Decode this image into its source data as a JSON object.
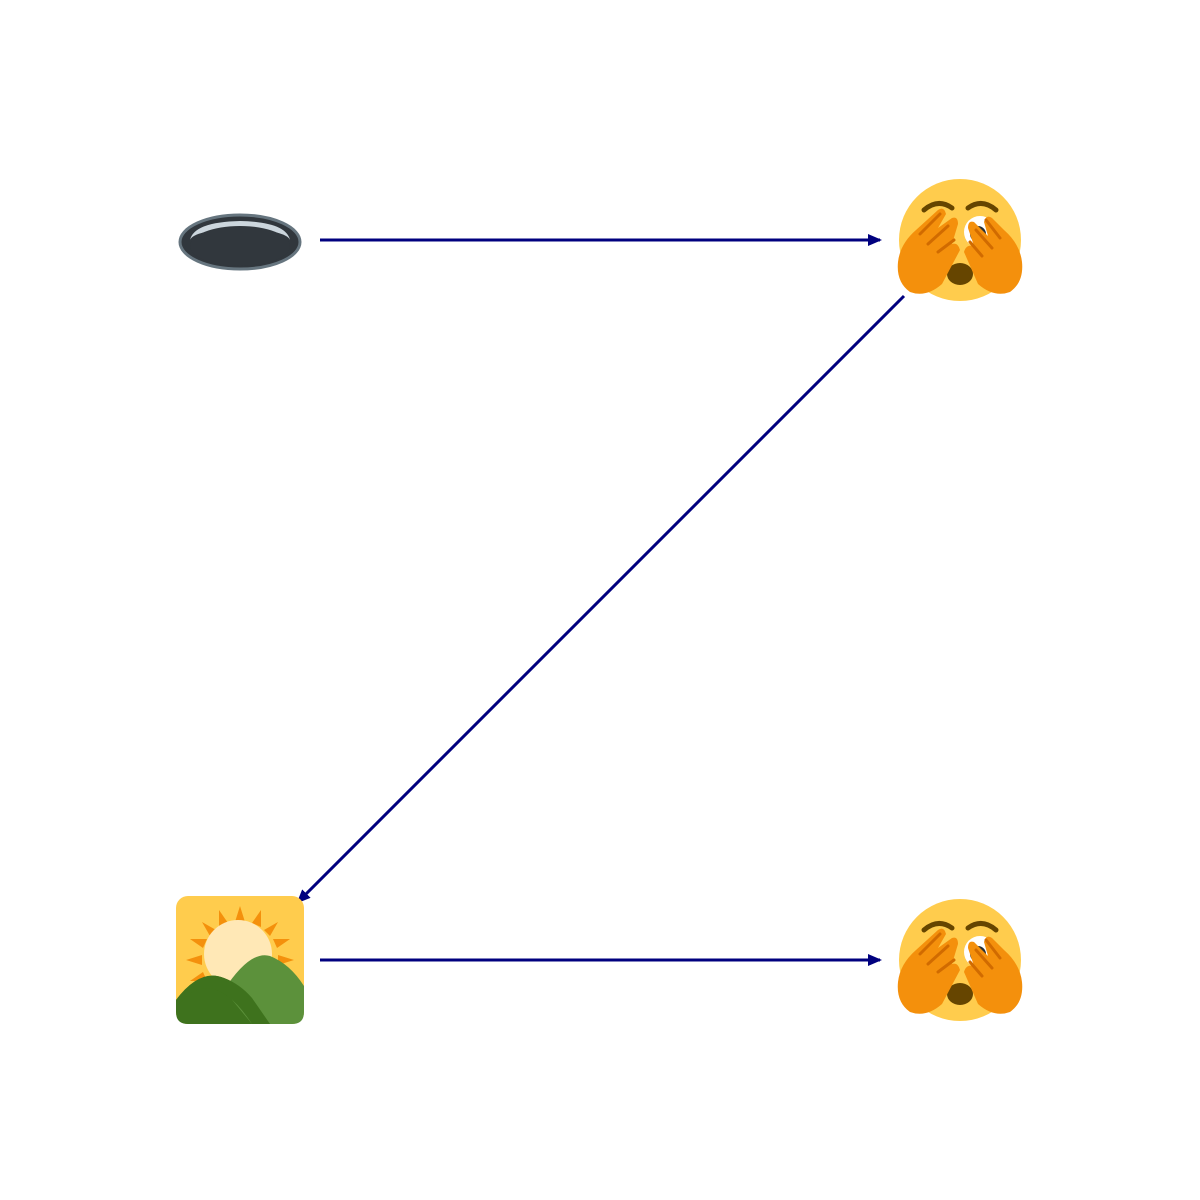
{
  "colors": {
    "arrow": "#00007f",
    "background": "#ffffff"
  },
  "nodes": [
    {
      "id": "hole",
      "icon": "hole-icon"
    },
    {
      "id": "peeking-face-top",
      "icon": "face-with-open-eyes-and-hand-over-mouth-peeking-icon"
    },
    {
      "id": "sunrise-over-mountains",
      "icon": "sunrise-over-mountains-icon"
    },
    {
      "id": "peeking-face-bottom",
      "icon": "face-with-open-eyes-and-hand-over-mouth-peeking-icon"
    }
  ],
  "edges": [
    {
      "from": "hole",
      "to": "peeking-face-top"
    },
    {
      "from": "peeking-face-top",
      "to": "sunrise-over-mountains"
    },
    {
      "from": "sunrise-over-mountains",
      "to": "peeking-face-bottom"
    }
  ]
}
